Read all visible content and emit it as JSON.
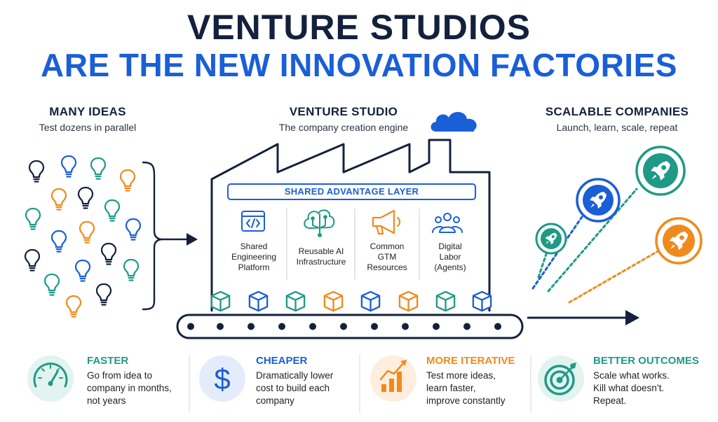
{
  "title": {
    "line1": "VENTURE STUDIOS",
    "line2": "ARE THE NEW INNOVATION FACTORIES"
  },
  "columns": {
    "ideas": {
      "heading": "MANY IDEAS",
      "sub": "Test dozens in parallel"
    },
    "studio": {
      "heading": "VENTURE STUDIO",
      "sub": "The company creation engine"
    },
    "companies": {
      "heading": "SCALABLE COMPANIES",
      "sub": "Launch, learn, scale, repeat"
    }
  },
  "factory": {
    "layer_label": "SHARED ADVANTAGE LAYER",
    "capabilities": [
      {
        "label": "Shared\nEngineering\nPlatform",
        "icon": "code-icon"
      },
      {
        "label": "Reusable AI\nInfrastructure",
        "icon": "ai-brain-icon"
      },
      {
        "label": "Common\nGTM\nResources",
        "icon": "megaphone-icon"
      },
      {
        "label": "Digital\nLabor\n(Agents)",
        "icon": "people-icon"
      }
    ]
  },
  "benefits": [
    {
      "title": "FASTER",
      "text": "Go from idea to\ncompany in months,\nnot years",
      "icon": "speedometer-icon",
      "color": "#1f9a86"
    },
    {
      "title": "CHEAPER",
      "text": "Dramatically lower\ncost to build each\ncompany",
      "icon": "dollar-icon",
      "color": "#1a5fd6"
    },
    {
      "title": "MORE ITERATIVE",
      "text": "Test more ideas,\nlearn faster,\nimprove constantly",
      "icon": "growth-chart-icon",
      "color": "#f08a1c"
    },
    {
      "title": "BETTER OUTCOMES",
      "text": "Scale what works.\nKill what doesn’t.\nRepeat.",
      "icon": "target-icon",
      "color": "#1f9a86"
    }
  ],
  "colors": {
    "navy": "#14213d",
    "blue": "#1a5fd6",
    "teal": "#1f9a86",
    "orange": "#f08a1c"
  }
}
